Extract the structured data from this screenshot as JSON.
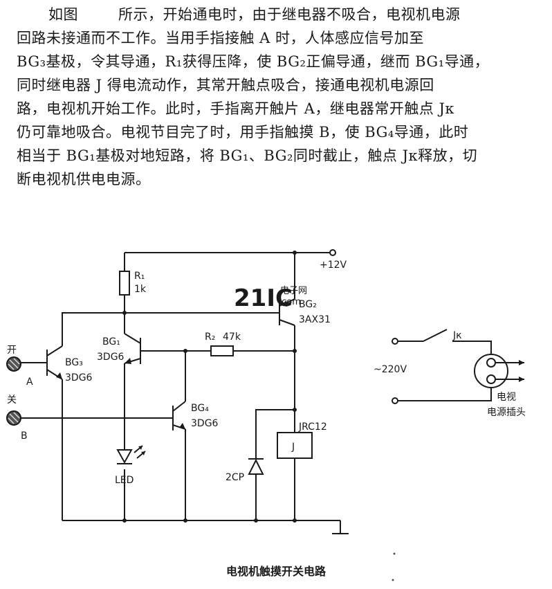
{
  "text": {
    "lines": [
      {
        "pre": "如图",
        "gap": true,
        "t": "所示，开始通电时，由于继电器不吸合，电视机电源"
      },
      {
        "t": "回路未接通而不工作。当用手指接触 A 时，人体感应信号加至"
      },
      {
        "t": "BG₃基极，令其导通，R₁获得压降，使 BG₂正偏导通，继而 BG₁导通，"
      },
      {
        "t": "同时继电器 J 得电流动作，其常开触点吸合，接通电视机电源回"
      },
      {
        "t": "路，电视机开始工作。此时，手指离开触片 A，继电器常开触点 Jк"
      },
      {
        "t": "仍可靠地吸合。电视节目完了时，用手指触摸 B，使 BG₄导通，此时"
      },
      {
        "t": "相当于 BG₁基极对地短路，将 BG₁、BG₂同时截止，触点 Jк释放，切"
      },
      {
        "t": "断电视机供电电源。"
      }
    ]
  },
  "circuit": {
    "supply": "+12V",
    "r1": {
      "name": "R₁",
      "value": "1k"
    },
    "r2": {
      "name": "R₂",
      "value": "47k"
    },
    "bg1": {
      "name": "BG₁",
      "model": "3DG6"
    },
    "bg2": {
      "name": "BG₂",
      "model": "3AX31"
    },
    "bg3": {
      "name": "BG₃",
      "model": "3DG6"
    },
    "bg4": {
      "name": "BG₄",
      "model": "3DG6"
    },
    "touch_on": {
      "char": "开",
      "letter": "A"
    },
    "touch_off": {
      "char": "关",
      "letter": "B"
    },
    "led": "LED",
    "diode": "2CP",
    "relay": {
      "name": "JRC12",
      "coil": "J"
    },
    "contact": "Jк",
    "ac": "~220V",
    "plug_line1": "电视",
    "plug_line2": "电源插头"
  },
  "watermark": {
    "brand": "21IC",
    "cn": "电子网",
    "sub": ".com"
  },
  "caption": "电视机触摸开关电路",
  "colors": {
    "ink": "#1a1a1a",
    "watermark": "#e03a4e"
  }
}
